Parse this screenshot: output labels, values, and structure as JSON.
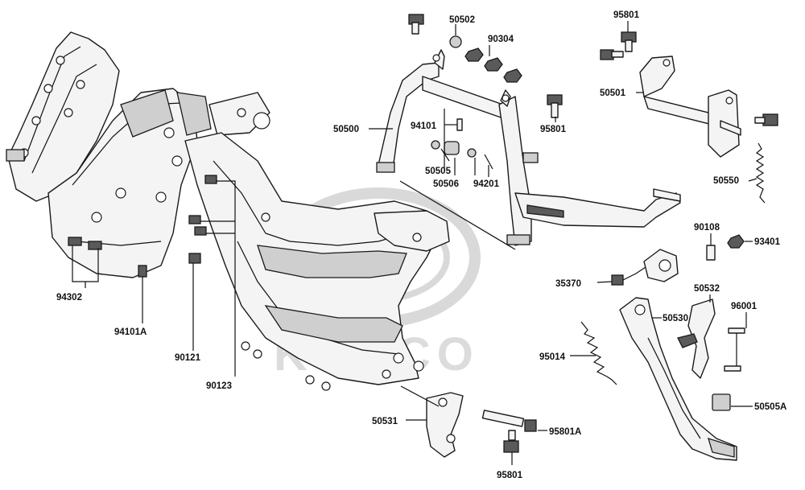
{
  "watermark": {
    "brand_text": "KYMCO"
  },
  "callouts": [
    {
      "id": "50502",
      "label": "50502"
    },
    {
      "id": "90304",
      "label": "90304"
    },
    {
      "id": "95801-top",
      "label": "95801"
    },
    {
      "id": "50501",
      "label": "50501"
    },
    {
      "id": "50500",
      "label": "50500"
    },
    {
      "id": "94101",
      "label": "94101"
    },
    {
      "id": "95801-mid",
      "label": "95801"
    },
    {
      "id": "50505",
      "label": "50505"
    },
    {
      "id": "50506",
      "label": "50506"
    },
    {
      "id": "94201",
      "label": "94201"
    },
    {
      "id": "50550",
      "label": "50550"
    },
    {
      "id": "90108",
      "label": "90108"
    },
    {
      "id": "93401",
      "label": "93401"
    },
    {
      "id": "35370",
      "label": "35370"
    },
    {
      "id": "50532",
      "label": "50532"
    },
    {
      "id": "50530",
      "label": "50530"
    },
    {
      "id": "96001",
      "label": "96001"
    },
    {
      "id": "95014",
      "label": "95014"
    },
    {
      "id": "94302",
      "label": "94302"
    },
    {
      "id": "94101A",
      "label": "94101A"
    },
    {
      "id": "90121",
      "label": "90121"
    },
    {
      "id": "90123",
      "label": "90123"
    },
    {
      "id": "50531",
      "label": "50531"
    },
    {
      "id": "95801A",
      "label": "95801A"
    },
    {
      "id": "50505A",
      "label": "50505A"
    },
    {
      "id": "95801-bot",
      "label": "95801"
    }
  ]
}
